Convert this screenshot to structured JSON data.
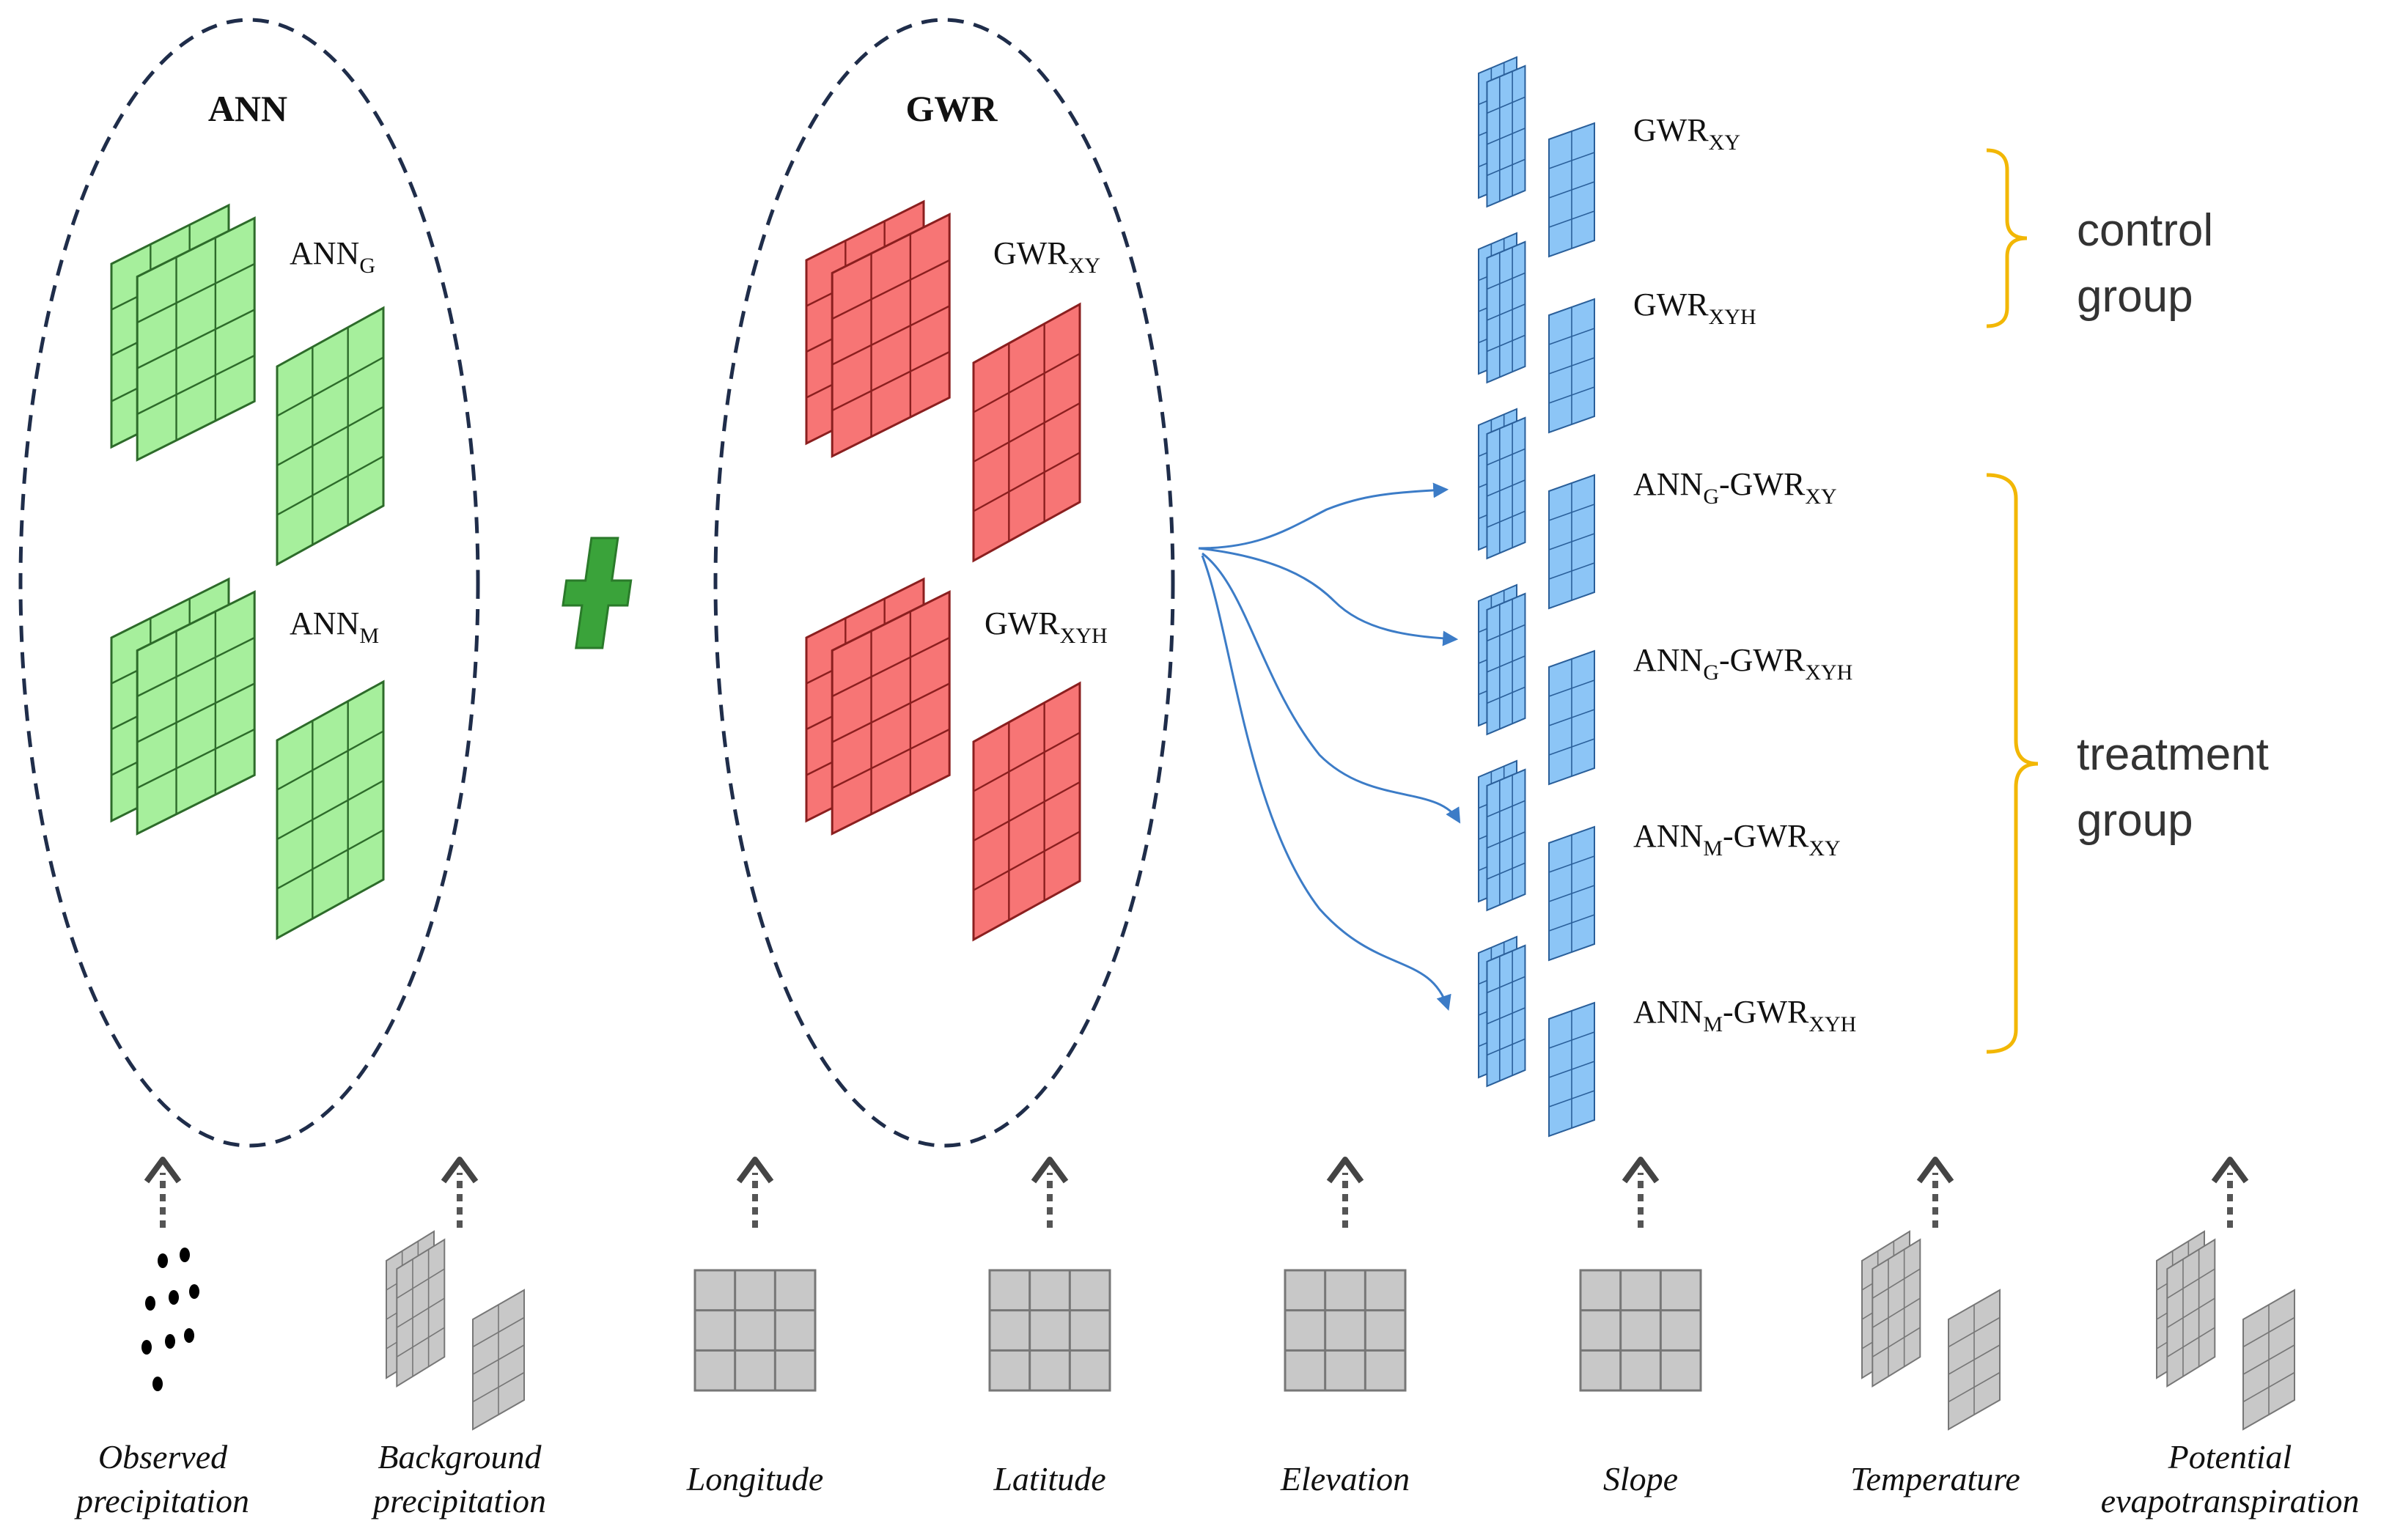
{
  "ann_group": {
    "title": "ANN",
    "models": [
      {
        "base": "ANN",
        "sub": "G"
      },
      {
        "base": "ANN",
        "sub": "M"
      }
    ]
  },
  "gwr_group": {
    "title": "GWR",
    "models": [
      {
        "base": "GWR",
        "sub": "XY"
      },
      {
        "base": "GWR",
        "sub": "XYH"
      }
    ]
  },
  "combined_models": [
    {
      "base": "GWR",
      "sub": "XY"
    },
    {
      "base": "GWR",
      "sub": "XYH"
    },
    {
      "base": "ANN",
      "sub": "G",
      "base2": "-GWR",
      "sub2": "XY"
    },
    {
      "base": "ANN",
      "sub": "G",
      "base2": "-GWR",
      "sub2": "XYH"
    },
    {
      "base": "ANN",
      "sub": "M",
      "base2": "-GWR",
      "sub2": "XY"
    },
    {
      "base": "ANN",
      "sub": "M",
      "base2": "-GWR",
      "sub2": "XYH"
    }
  ],
  "groups": {
    "control": {
      "line1": "control",
      "line2": "group"
    },
    "treatment": {
      "line1": "treatment",
      "line2": "group"
    }
  },
  "inputs": [
    {
      "line1": "Observed",
      "line2": "precipitation",
      "icon": "points-icon"
    },
    {
      "line1": "Background",
      "line2": "precipitation",
      "icon": "stacked-grid-icon"
    },
    {
      "line1": "Longitude",
      "line2": "",
      "icon": "grid-icon"
    },
    {
      "line1": "Latitude",
      "line2": "",
      "icon": "grid-icon"
    },
    {
      "line1": "Elevation",
      "line2": "",
      "icon": "grid-icon"
    },
    {
      "line1": "Slope",
      "line2": "",
      "icon": "grid-icon"
    },
    {
      "line1": "Temperature",
      "line2": "",
      "icon": "stacked-grid-icon"
    },
    {
      "line1": "Potential",
      "line2": "evapotranspiration",
      "icon": "stacked-grid-icon"
    }
  ],
  "colors": {
    "ann_fill": "#a6ef9c",
    "ann_stroke": "#2d6b2a",
    "gwr_fill": "#f77575",
    "gwr_stroke": "#8b1f1f",
    "out_fill": "#8cc5f6",
    "out_stroke": "#2a5f9a",
    "input_fill": "#c8c8c8",
    "input_stroke": "#777777",
    "plus": "#3aa33a",
    "bracket": "#f2b705",
    "ellipse": "#1f2d4a",
    "arrow": "#3c7cc7"
  }
}
